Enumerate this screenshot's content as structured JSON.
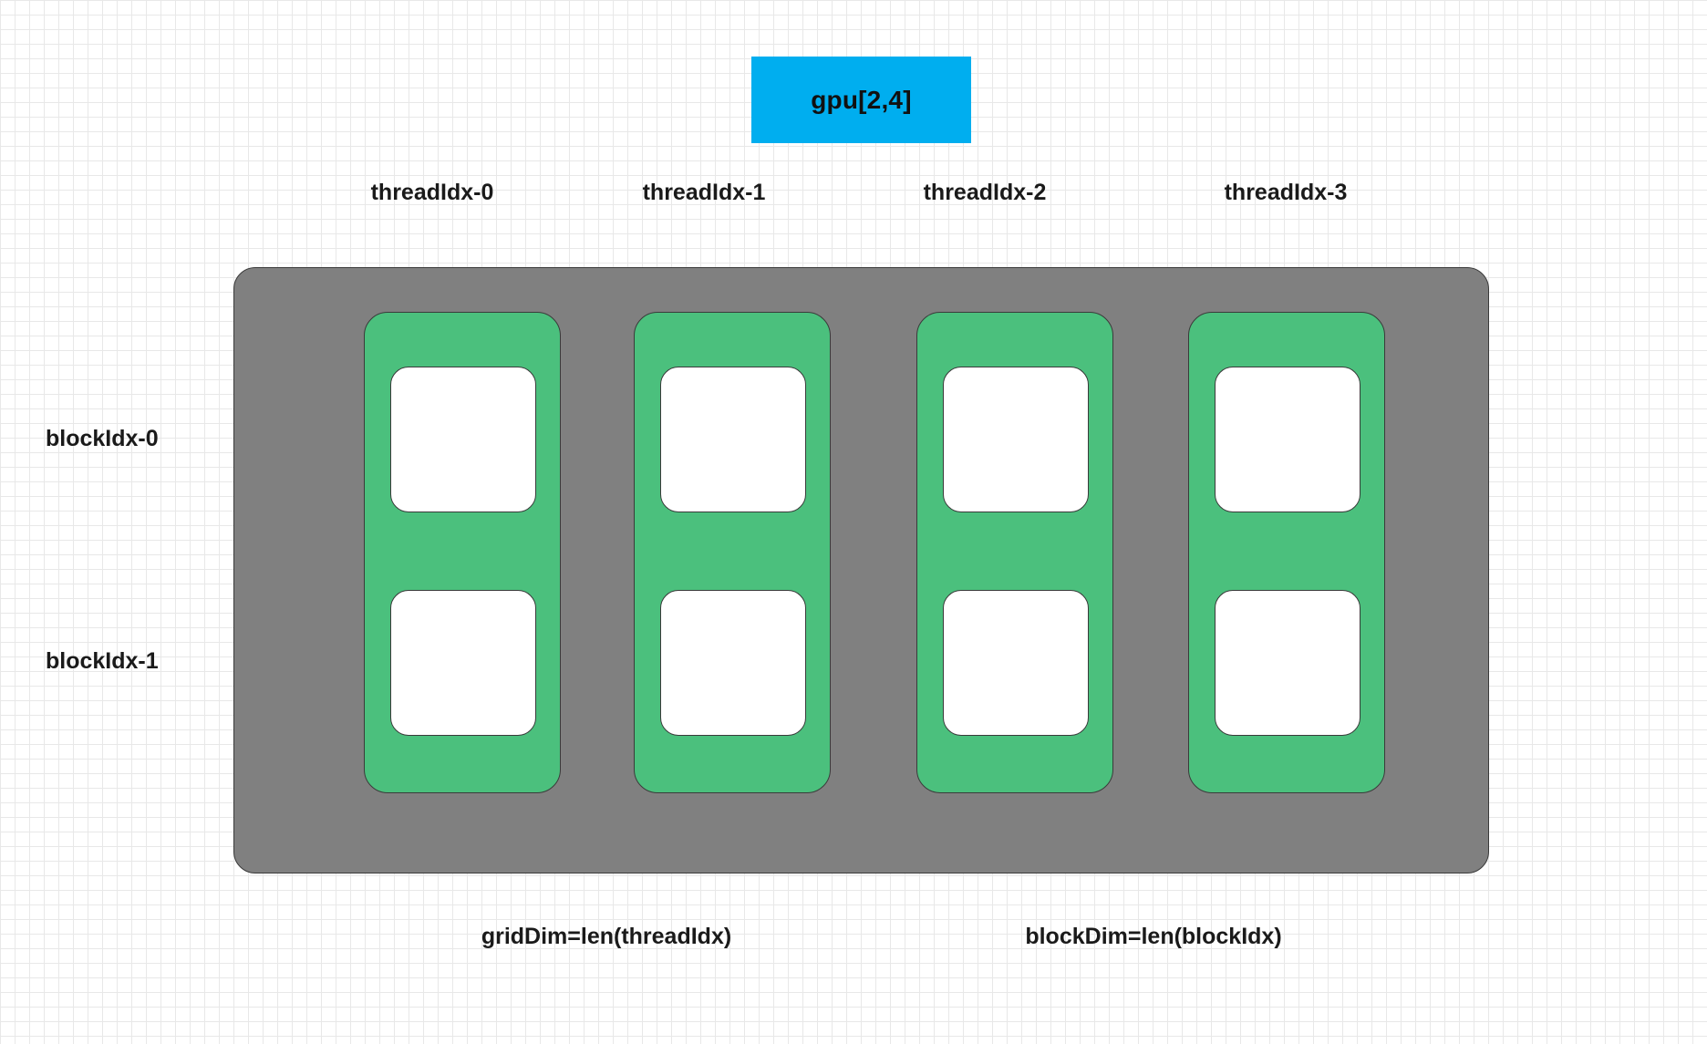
{
  "diagram": {
    "title_chip": {
      "label": "gpu[2,4]",
      "fill_color": "#00AEEF",
      "text_color": "#111111"
    },
    "container": {
      "fill_color": "#808080",
      "stroke_color": "#3a3a3a"
    },
    "column_headers": [
      {
        "label": "threadIdx-0"
      },
      {
        "label": "threadIdx-1"
      },
      {
        "label": "threadIdx-2"
      },
      {
        "label": "threadIdx-3"
      }
    ],
    "row_headers": [
      {
        "label": "blockIdx-0"
      },
      {
        "label": "blockIdx-1"
      }
    ],
    "thread_columns": {
      "count": 4,
      "fill_color": "#4bc07d",
      "stroke_color": "#3a3a3a"
    },
    "block_cells": {
      "rows": 2,
      "cols": 4,
      "fill_color": "#ffffff",
      "stroke_color": "#3a3a3a"
    },
    "footer_captions": [
      {
        "label": "gridDim=len(threadIdx)"
      },
      {
        "label": "blockDim=len(blockIdx)"
      }
    ],
    "background": {
      "paper_color": "#ffffff",
      "minor_grid_color": "#e8e8e8",
      "major_grid_color": "#d0d0d0"
    }
  }
}
